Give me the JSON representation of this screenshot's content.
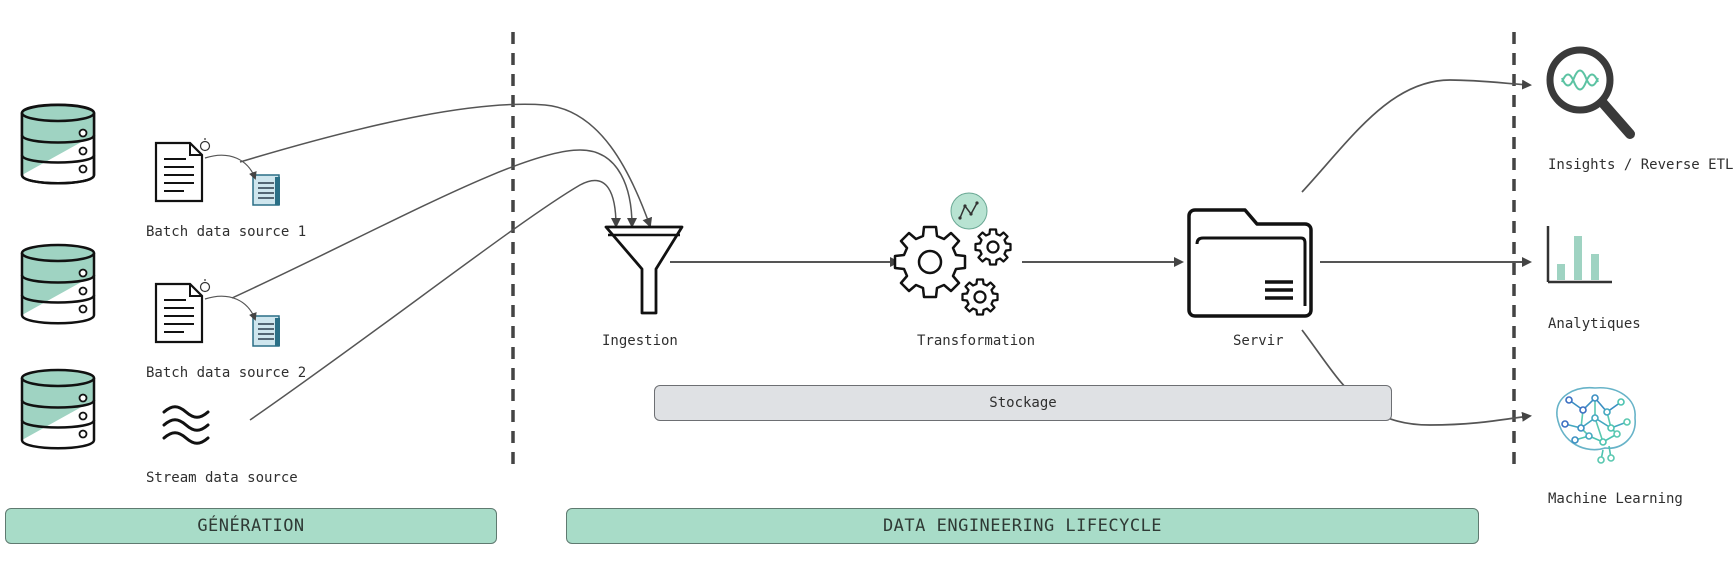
{
  "sources": {
    "batch1": "Batch data source 1",
    "batch2": "Batch data source 2",
    "stream": "Stream data source"
  },
  "stages": {
    "ingestion": "Ingestion",
    "transformation": "Transformation",
    "serving": "Servir",
    "storage": "Stockage"
  },
  "outputs": {
    "insights": "Insights / Reverse ETL",
    "analytics": "Analytiques",
    "ml": "Machine Learning"
  },
  "bands": {
    "generation": "GÉNÉRATION",
    "lifecycle": "DATA ENGINEERING LIFECYCLE"
  },
  "colors": {
    "accent": "#a8dcc8",
    "line": "#555555",
    "storage": "#dfe1e4"
  }
}
